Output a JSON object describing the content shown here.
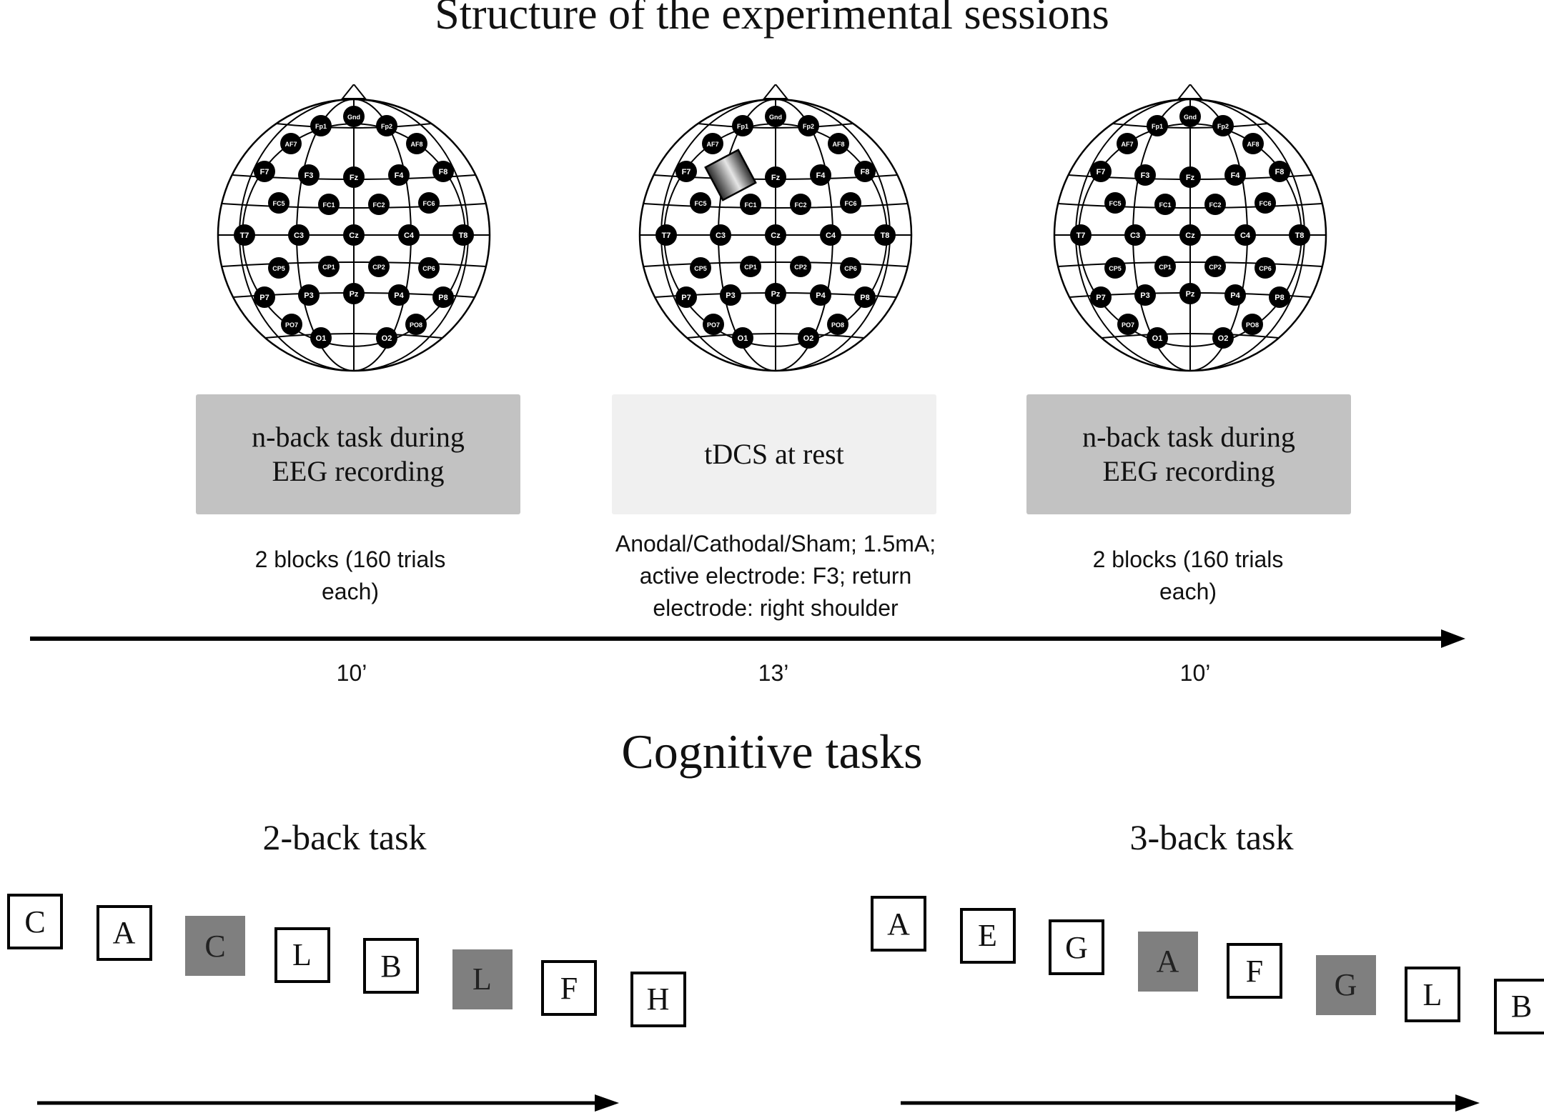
{
  "title": "Structure of the experimental sessions",
  "phases": [
    {
      "label": "n-back task during\nEEG recording",
      "note": "2 blocks (160 trials\neach)",
      "duration": "10’"
    },
    {
      "label": "tDCS at rest",
      "note": "Anodal/Cathodal/Sham; 1.5mA;\nactive electrode: F3; return\nelectrode: right shoulder",
      "duration": "13’"
    },
    {
      "label": "n-back task during\nEEG recording",
      "note": "2 blocks (160 trials\neach)",
      "duration": "10’"
    }
  ],
  "electrodes": [
    "Gnd",
    "Fp1",
    "Fp2",
    "AF7",
    "AF8",
    "F7",
    "F3",
    "Fz",
    "F4",
    "F8",
    "FC5",
    "FC1",
    "FC2",
    "FC6",
    "T7",
    "C3",
    "Cz",
    "C4",
    "T8",
    "CP5",
    "CP1",
    "CP2",
    "CP6",
    "P7",
    "P3",
    "Pz",
    "P4",
    "P8",
    "PO7",
    "PO8",
    "O1",
    "O2"
  ],
  "stimulated_electrode": "F3",
  "cognitive_title": "Cognitive tasks",
  "tasks": [
    {
      "name": "2-back task",
      "letters": [
        "C",
        "A",
        "C",
        "L",
        "B",
        "L",
        "F",
        "H"
      ],
      "targets": [
        2,
        5
      ]
    },
    {
      "name": "3-back task",
      "letters": [
        "A",
        "E",
        "G",
        "A",
        "F",
        "G",
        "L",
        "B"
      ],
      "targets": [
        3,
        5
      ]
    }
  ],
  "colors": {
    "target_box": "#7f7f7f",
    "phase_dark": "#c2c2c2",
    "phase_light": "#f0f0f0",
    "electrode": "#000000"
  }
}
